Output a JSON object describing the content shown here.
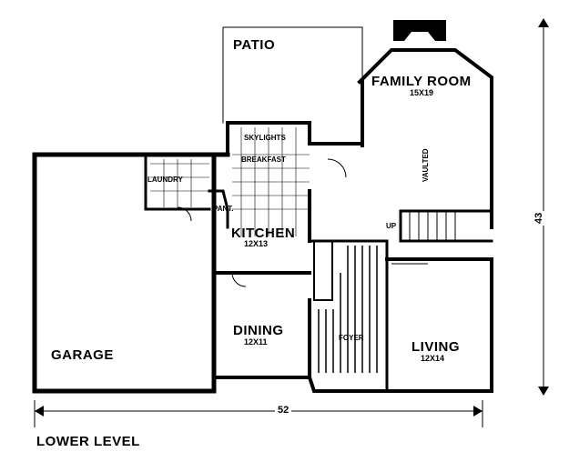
{
  "rooms": {
    "patio": "PATIO",
    "family_room": "FAMILY ROOM",
    "family_room_dim": "15X19",
    "vaulted": "VAULTED",
    "skylights": "SKYLIGHTS",
    "breakfast": "BREAKFAST",
    "laundry": "LAUNDRY",
    "pantry": "PANT.",
    "kitchen": "KITCHEN",
    "kitchen_dim": "12X13",
    "dining": "DINING",
    "dining_dim": "12X11",
    "foyer": "FOYER",
    "living": "LIVING",
    "living_dim": "12X14",
    "garage": "GARAGE",
    "up": "UP"
  },
  "dimensions": {
    "width": "52",
    "depth": "43"
  },
  "title": "LOWER LEVEL",
  "colors": {
    "ink": "#000000",
    "background": "#ffffff"
  }
}
